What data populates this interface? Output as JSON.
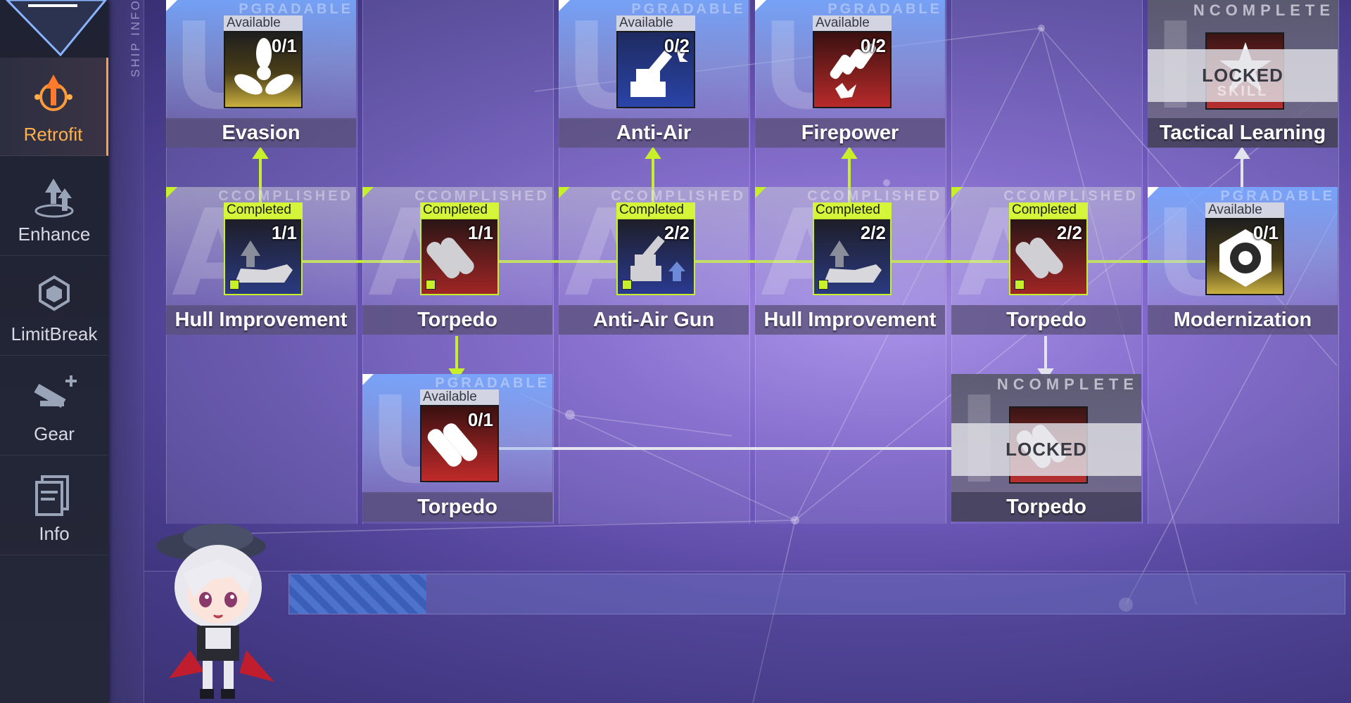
{
  "sidebar": {
    "ship_info_label": "SHIP INFO",
    "items": [
      {
        "label": "Retrofit",
        "icon": "retrofit-icon",
        "active": true
      },
      {
        "label": "Enhance",
        "icon": "enhance-icon",
        "active": false
      },
      {
        "label": "LimitBreak",
        "icon": "limitbreak-icon",
        "active": false
      },
      {
        "label": "Gear",
        "icon": "gear-icon",
        "active": false
      },
      {
        "label": "Info",
        "icon": "info-icon",
        "active": false
      }
    ]
  },
  "colors": {
    "accent_active": "#f5a53a",
    "completed_green": "#c8f02a",
    "available_blue": "#5a8cf0",
    "red_tile": "#c23232",
    "blue_tile": "#2a3f9a",
    "yellow_tile": "#b8a030"
  },
  "bands": {
    "upgradable": "PGRADABLE",
    "accomplished": "CCOMPLISHED",
    "incomplete": "NCOMPLETE"
  },
  "nodes": {
    "evasion": {
      "label": "Evasion",
      "status": "Available",
      "count": "0/1",
      "icon": "propeller-icon",
      "letter": "U"
    },
    "anti_air_top": {
      "label": "Anti-Air",
      "status": "Available",
      "count": "0/2",
      "icon": "aa-gun-icon",
      "letter": "U"
    },
    "firepower": {
      "label": "Firepower",
      "status": "Available",
      "count": "0/2",
      "icon": "shells-icon",
      "letter": "U"
    },
    "tactical": {
      "label": "Tactical Learning",
      "locked": "LOCKED",
      "sub": "SKILL",
      "icon": "star-icon",
      "letter": "I"
    },
    "hull1": {
      "label": "Hull Improvement",
      "status": "Completed",
      "count": "1/1",
      "icon": "hull-up-icon",
      "letter": "A"
    },
    "torpedo1": {
      "label": "Torpedo",
      "status": "Completed",
      "count": "1/1",
      "icon": "torpedo-up-icon",
      "letter": "A"
    },
    "aagun": {
      "label": "Anti-Air Gun",
      "status": "Completed",
      "count": "2/2",
      "icon": "aa-gun-up-icon",
      "letter": "A"
    },
    "hull2": {
      "label": "Hull Improvement",
      "status": "Completed",
      "count": "2/2",
      "icon": "hull-up-icon",
      "letter": "A"
    },
    "torpedo2": {
      "label": "Torpedo",
      "status": "Completed",
      "count": "2/2",
      "icon": "torpedo-up-icon",
      "letter": "A"
    },
    "modernization": {
      "label": "Modernization",
      "status": "Available",
      "count": "0/1",
      "icon": "modernization-gear-icon",
      "letter": "U"
    },
    "torpedo3": {
      "label": "Torpedo",
      "status": "Available",
      "count": "0/1",
      "icon": "torpedo-icon",
      "letter": "U"
    },
    "torpedo4": {
      "label": "Torpedo",
      "locked": "LOCKED",
      "icon": "torpedo-icon",
      "letter": "I"
    }
  },
  "exp_bar": {
    "fill_fraction": 0.13
  }
}
